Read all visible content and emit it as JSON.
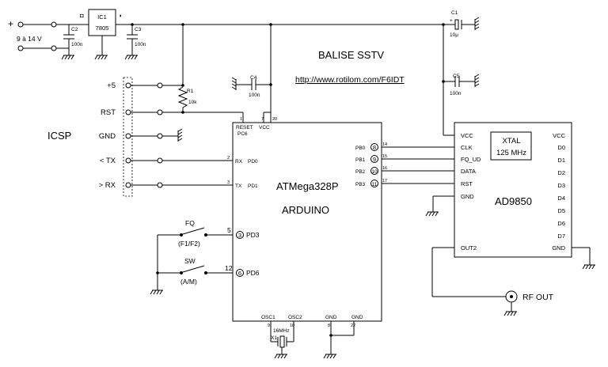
{
  "title": "BALISE SSTV",
  "url": "http://www.rotilom.com/F6IDT",
  "power": {
    "plus": "+",
    "voltage": "9 à 14 V"
  },
  "ic1": {
    "ref": "IC1",
    "value": "7805"
  },
  "caps": {
    "c1": {
      "ref": "C1",
      "value": "10µ",
      "polarity": "+"
    },
    "c2": {
      "ref": "C2",
      "value": "100n"
    },
    "c3": {
      "ref": "C3",
      "value": "100n"
    },
    "c4": {
      "ref": "C4",
      "value": "100n"
    },
    "c5": {
      "ref": "C5",
      "value": "100n"
    }
  },
  "r1": {
    "ref": "R1",
    "value": "10k"
  },
  "icsp": {
    "label": "ICSP",
    "pins": [
      "+5",
      "RST",
      "GND",
      "< TX",
      "> RX"
    ]
  },
  "mcu": {
    "name": "ATMega328P",
    "subtitle": "ARDUINO",
    "top_pins": {
      "reset_num": "1",
      "reset": "RESET",
      "pc6": "PC6",
      "p7": "7",
      "p20": "20",
      "vcc": "VCC"
    },
    "left_pins": [
      {
        "num": "2",
        "name": "RX",
        "port": "PD0"
      },
      {
        "num": "3",
        "name": "TX",
        "port": "PD1"
      },
      {
        "num": "5",
        "arduino": "3",
        "port": "PD3"
      },
      {
        "num": "12",
        "arduino": "6",
        "port": "PD6"
      }
    ],
    "right_pins": [
      {
        "port": "PB0",
        "arduino": "8",
        "num": "14"
      },
      {
        "port": "PB1",
        "arduino": "9",
        "num": "15"
      },
      {
        "port": "PB2",
        "arduino": "10",
        "num": "16"
      },
      {
        "port": "PB3",
        "arduino": "11",
        "num": "17"
      }
    ],
    "bottom_pins": {
      "osc1": "OSC1",
      "osc2": "OSC2",
      "p9": "9",
      "p10": "10",
      "gnd1": "GND",
      "gnd2": "GND",
      "p8": "8",
      "p22": "22"
    }
  },
  "switches": {
    "fq": {
      "label": "FQ",
      "sub": "(F1/F2)"
    },
    "sw": {
      "label": "SW",
      "sub": "(A/M)"
    }
  },
  "crystal": {
    "freq": "16MHz",
    "ref": "X1"
  },
  "dds": {
    "name": "AD9850",
    "xtal_label": "XTAL",
    "xtal_freq": "125 MHz",
    "left_pins": [
      "VCC",
      "CLK",
      "FQ_UD",
      "DATA",
      "RST",
      "GND"
    ],
    "right_pins": [
      "VCC",
      "D0",
      "D1",
      "D2",
      "D3",
      "D4",
      "D5",
      "D6",
      "D7"
    ],
    "out2": "OUT2",
    "gnd": "GND"
  },
  "rf_out": "RF OUT"
}
